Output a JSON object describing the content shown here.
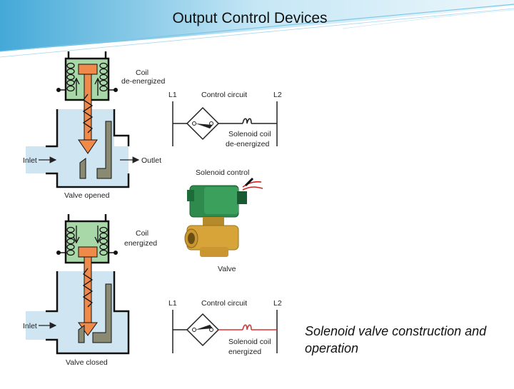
{
  "slide": {
    "title": "Output Control Devices",
    "caption": "Solenoid valve construction and operation"
  },
  "top_valve": {
    "coil_label_1": "Coil",
    "coil_label_2": "de-energized",
    "inlet": "Inlet",
    "outlet": "Outlet",
    "state": "Valve opened"
  },
  "bottom_valve": {
    "coil_label_1": "Coil",
    "coil_label_2": "energized",
    "inlet": "Inlet",
    "state": "Valve closed"
  },
  "top_circuit": {
    "l1": "L1",
    "title": "Control circuit",
    "l2": "L2",
    "coil_label_1": "Solenoid coil",
    "coil_label_2": "de-energized"
  },
  "bottom_circuit": {
    "l1": "L1",
    "title": "Control circuit",
    "l2": "L2",
    "coil_label_1": "Solenoid coil",
    "coil_label_2": "energized"
  },
  "photo": {
    "control_label": "Solenoid control",
    "valve_label": "Valve"
  },
  "colors": {
    "fluid": "#cfe6f2",
    "coil_box": "#a8d8a8",
    "plunger": "#f08a4b",
    "seat": "#8a8a72",
    "energized": "#e03030",
    "header_blue": "#5ab4dc"
  }
}
